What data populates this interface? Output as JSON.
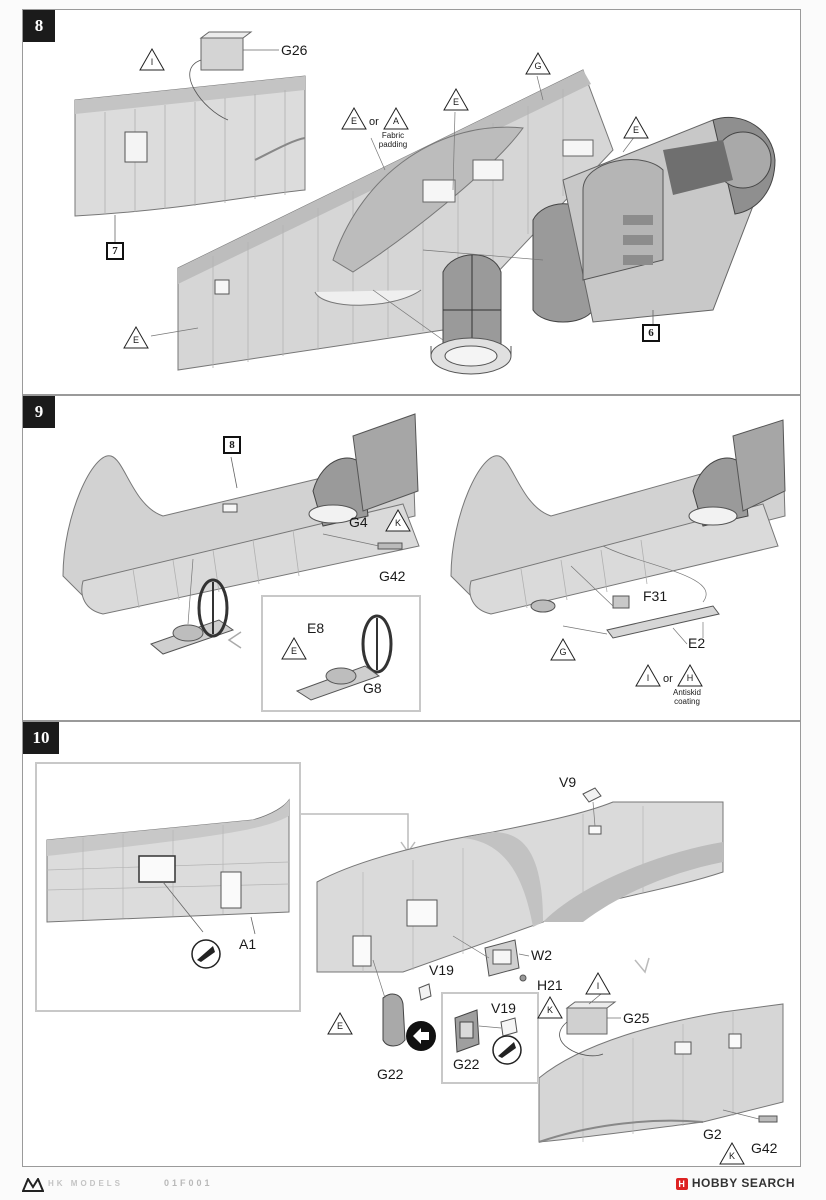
{
  "steps": [
    {
      "number": "8",
      "parts": {
        "g26": "G26"
      },
      "refs": {
        "r7": "7",
        "r6": "6"
      },
      "badges": {
        "i": "I",
        "e_or": "E",
        "a": "A",
        "g": "G",
        "e1": "E",
        "e2": "E",
        "e3": "E"
      },
      "or_word": "or",
      "note": "Fabric\npadding"
    },
    {
      "number": "9",
      "parts": {
        "g4": "G4",
        "g42": "G42",
        "e8": "E8",
        "g8": "G8",
        "f31": "F31",
        "e2": "E2"
      },
      "refs": {
        "r8": "8"
      },
      "badges": {
        "k": "K",
        "e": "E",
        "g": "G",
        "i": "I",
        "h": "H"
      },
      "or_word": "or",
      "note": "Antiskid\ncoating"
    },
    {
      "number": "10",
      "parts": {
        "a1": "A1",
        "v9": "V9",
        "w2": "W2",
        "h21": "H21",
        "v19a": "V19",
        "v19b": "V19",
        "g22a": "G22",
        "g22b": "G22",
        "g25": "G25",
        "g2": "G2",
        "g42": "G42"
      },
      "badges": {
        "e": "E",
        "k1": "K",
        "i": "I",
        "k2": "K"
      }
    }
  ],
  "footer": {
    "brand": "HK MODELS",
    "code": "01F001",
    "watermark": "HOBBY SEARCH"
  }
}
